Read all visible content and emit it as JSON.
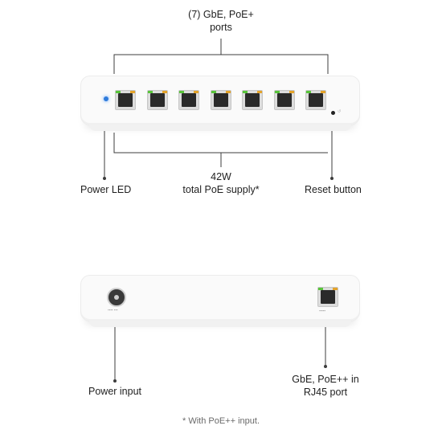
{
  "top_device": {
    "callouts": {
      "ports": [
        "(7) GbE, PoE+",
        "ports"
      ],
      "poe_supply": [
        "42W",
        "total PoE supply*"
      ],
      "power_led": "Power LED",
      "reset_button": "Reset button"
    },
    "port_count": 7,
    "led_color": "#2f7bdb"
  },
  "bottom_device": {
    "callouts": {
      "power_input": "Power input",
      "rj45": [
        "GbE, PoE++ in",
        "RJ45 port"
      ]
    }
  },
  "footnote": "* With PoE++ input.",
  "colors": {
    "line": "#3c3c3c",
    "link_led": "#58c43a",
    "activity_led": "#e4a32a"
  }
}
